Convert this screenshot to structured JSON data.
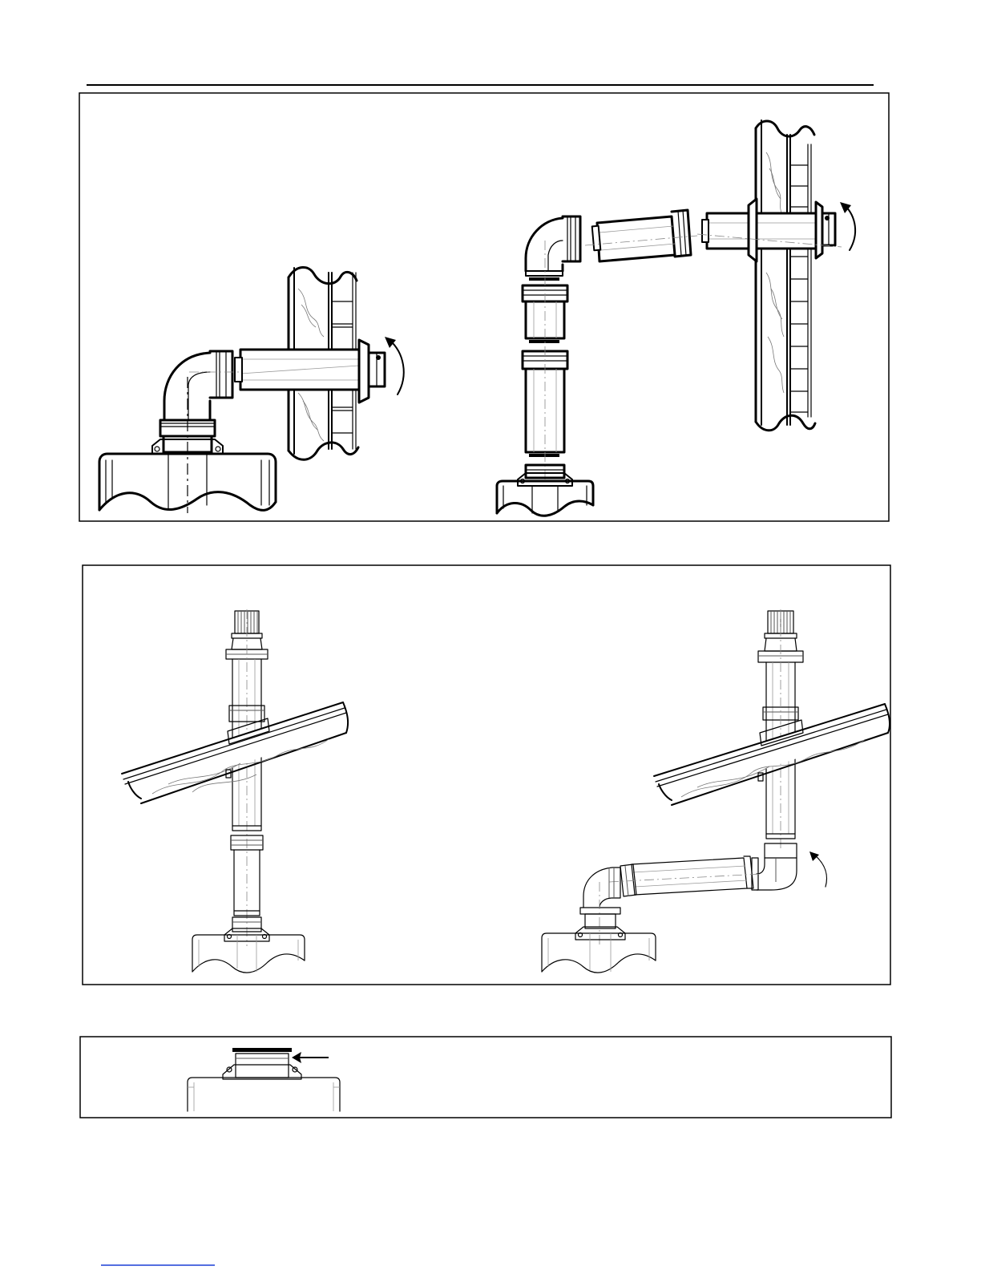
{
  "panels": [
    {
      "id": "horizontal-flue-installation",
      "figures": [
        "horizontal-flue-assembled",
        "horizontal-flue-exploded-with-extension"
      ]
    },
    {
      "id": "vertical-flue-installation",
      "figures": [
        "vertical-flue-through-roof",
        "vertical-flue-with-offset-elbows"
      ]
    },
    {
      "id": "flue-adaptor-seal",
      "figures": [
        "boiler-top-adaptor-gasket"
      ]
    }
  ],
  "footer": {
    "link_underline": true
  }
}
